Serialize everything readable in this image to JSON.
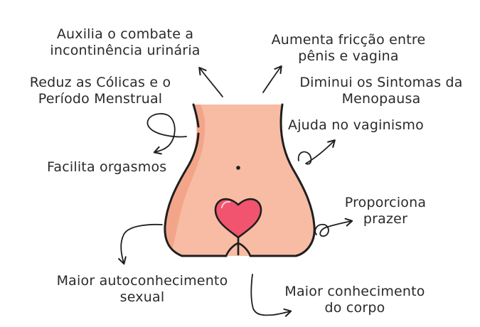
{
  "colors": {
    "skin": "#f7bca3",
    "skin_shadow": "#f3a58a",
    "outline": "#1f1f1f",
    "heart": "#f0546e",
    "heart_shade": "#d93f59",
    "text": "#2a2a2a"
  },
  "labels": {
    "incontinence": [
      "Auxilia o combate a",
      "incontinência urinária"
    ],
    "friction": [
      "Aumenta fricção entre",
      "pênis e vagina"
    ],
    "cramps": [
      "Reduz as Cólicas e o",
      "Período Menstrual"
    ],
    "menopause": [
      "Diminui os Sintomas da",
      "Menopausa"
    ],
    "vaginismus": [
      "Ajuda no vaginismo"
    ],
    "orgasm": [
      "Facilita orgasmos"
    ],
    "pleasure": [
      "Proporciona",
      "prazer"
    ],
    "self_knowledge": [
      "Maior autoconhecimento",
      "sexual"
    ],
    "body_knowledge": [
      "Maior conhecimento",
      "do corpo"
    ]
  },
  "icons": {
    "center": "pelvis-body-icon",
    "heart": "heart-icon"
  }
}
